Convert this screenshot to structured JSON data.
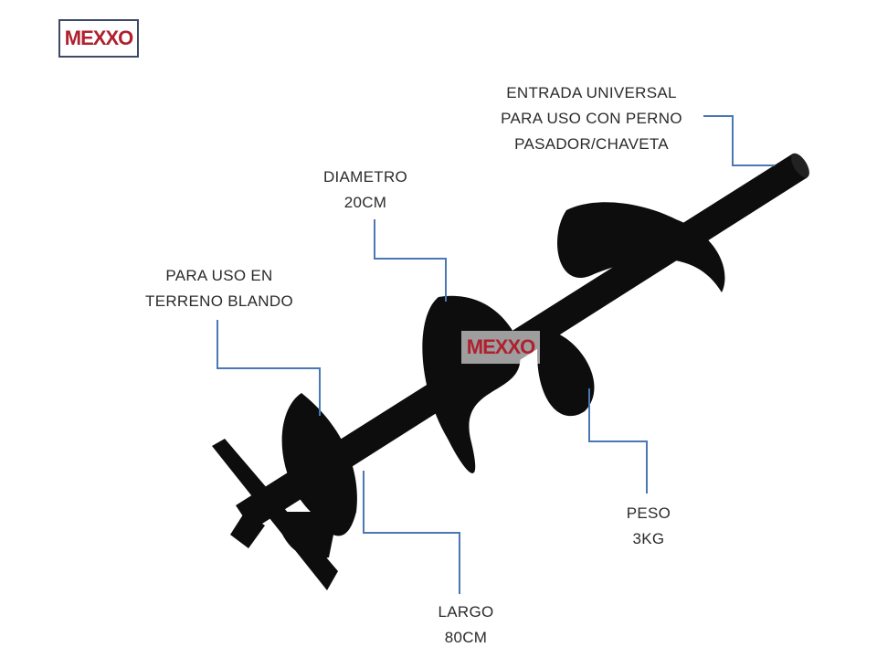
{
  "brand": {
    "logo_text": "MEXXO",
    "watermark_text": "MEXXO",
    "accent": "#b0202e"
  },
  "callout_color": "#4a78b4",
  "callouts": {
    "entrada": {
      "lines": [
        "ENTRADA UNIVERSAL",
        "PARA USO CON PERNO",
        "PASADOR/CHAVETA"
      ]
    },
    "diametro": {
      "lines": [
        "DIAMETRO",
        "20CM"
      ]
    },
    "terreno": {
      "lines": [
        "PARA USO EN",
        "TERRENO BLANDO"
      ]
    },
    "largo": {
      "lines": [
        "LARGO",
        "80CM"
      ]
    },
    "peso": {
      "lines": [
        "PESO",
        "3KG"
      ]
    }
  }
}
